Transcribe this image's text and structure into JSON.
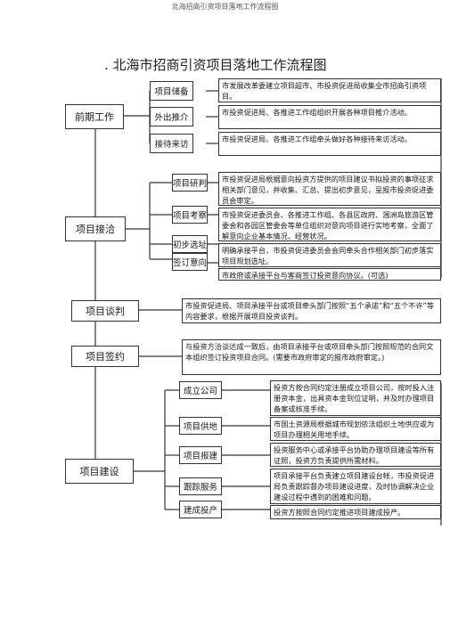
{
  "header": "北海招商引资项目落地工作流程图",
  "title": ". 北海市招商引资项目落地工作流程图",
  "stages": [
    {
      "id": "early",
      "label": "前期工作",
      "subs": [
        {
          "label": "项目储备",
          "desc": "市发展改革委建立项目超市、市投资促进局收集全市招商引资项目。"
        },
        {
          "label": "外出推介",
          "desc": "市投资促进局、各推进工作组组织开展各种项目推介活动。"
        },
        {
          "label": "接待来访",
          "desc": "市投资促进局、各推进工作组牵头做好各种接待来访活动。"
        }
      ]
    },
    {
      "id": "negotiation",
      "label": "项目接洽",
      "subs": [
        {
          "label": "项目研判",
          "desc": "市投资促进局根据意向投资方提供的项目建议书拟投资的事项征求相关部门意见，并收集、汇总、提出初步意见，呈报市投资促进委员会审定。"
        },
        {
          "label": "项目考察",
          "desc": "市投资促进委员会、各推进工作组、各县区政府、涠洲岛旅游区管委会和各园区管委会等单位组织对意向项目进行实地考察，全面了解意向企业基本情况、经营状况。"
        },
        {
          "label": "初步选址",
          "desc": "明确承接平台，市投资促进委员会会同牵头合作相关部门初步落实项目规划选址。"
        },
        {
          "label": "签订意向",
          "desc": "市政府或承接平台与客商签订投资意向协议。(可选)"
        }
      ]
    },
    {
      "id": "talks",
      "label": "项目谈判",
      "desc": "市投资促进局、项目承接平台或项目牵头部门按照“五个承诺”和“五个不许”等内容要求，根据开展项目投资谈判。"
    },
    {
      "id": "signing",
      "label": "项目签约",
      "desc": "与投资方洽谈达成一致后，由项目承接平台或项目牵头部门按照规范的合同文本组织签订投资项目合同。(需要市政府审定的报市政府审定。)"
    },
    {
      "id": "construction",
      "label": "项目建设",
      "subs": [
        {
          "label": "成立公司",
          "desc": "投资方按合同约定注册成立项目公司，按时投入注册资本金，出具资本金到位证明，并及时办理项目备案或核准手续。"
        },
        {
          "label": "项目供地",
          "desc": "市国土资源局根据城市规划依法组织土地供应或为项目办理相关用地手续。"
        },
        {
          "label": "项目报建",
          "desc": "投资服务中心或承接平台协助办理项目建设等所有证照，投资方负责提供所需材料。"
        },
        {
          "label": "跟踪服务",
          "desc": "项目承接平台负责建立项目建设台帐，市投资促进局负责跟踪督办项目建设进度，及时协调解决企业建设过程中遇到的困难和问题。"
        },
        {
          "label": "建成投产",
          "desc": "投资方按照合同约定推进项目建成投产。"
        }
      ]
    }
  ]
}
